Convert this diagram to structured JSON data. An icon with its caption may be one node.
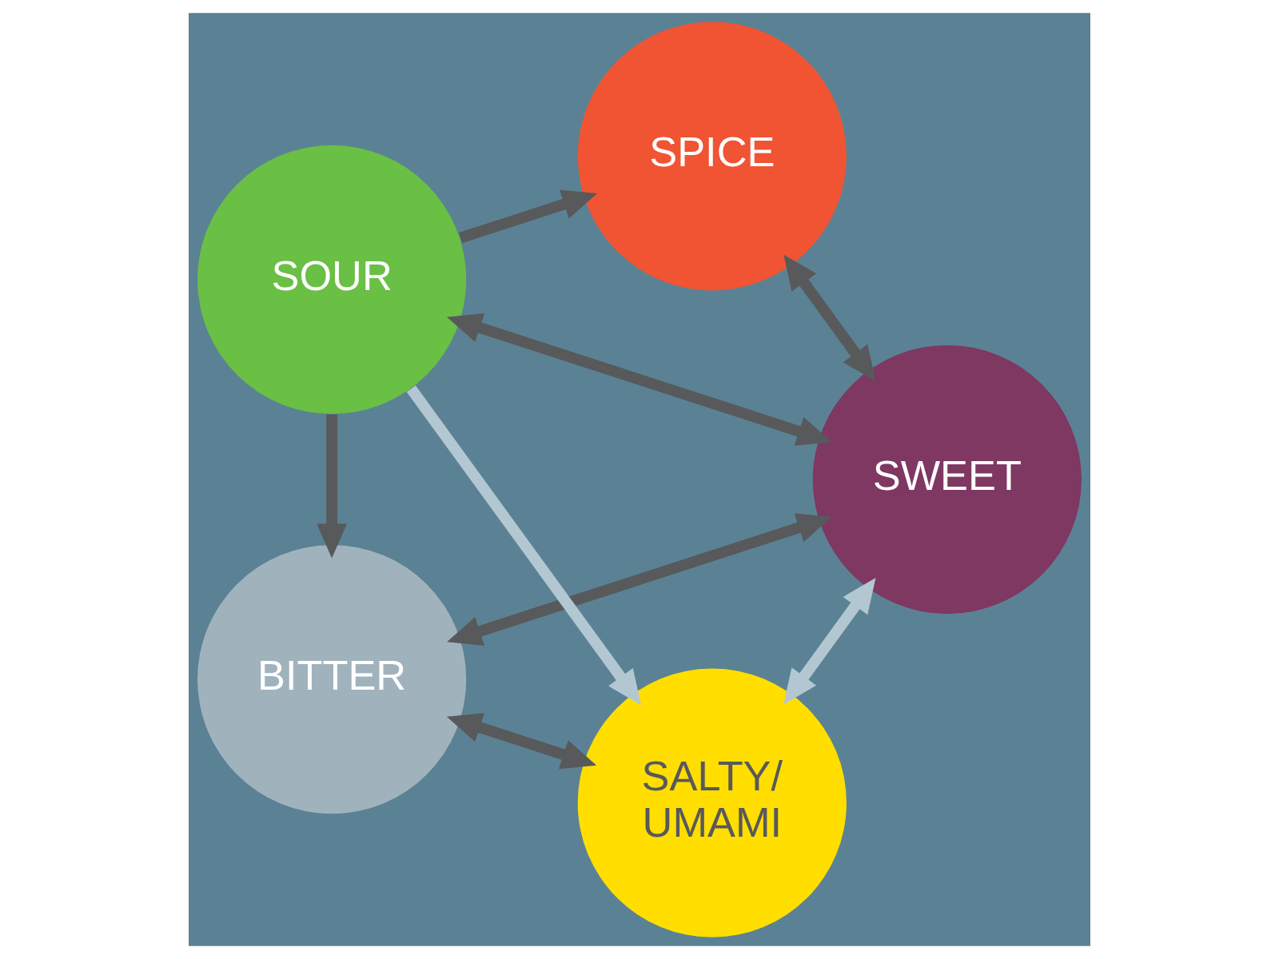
{
  "diagram": {
    "nodes": [
      {
        "text": [
          "SALTY/ UMAMI"
        ]
      },
      {
        "text": [
          "SPICE"
        ]
      },
      {
        "text": [
          "SWEET"
        ]
      },
      {
        "text": [
          "BITTER"
        ]
      },
      {
        "text": [
          "SOUR"
        ]
      }
    ],
    "edges": [
      {
        "from": 0,
        "to": 2,
        "arrow": "both",
        "color": "#b3c7d3"
      },
      {
        "from": 1,
        "to": 2,
        "arrow": "both"
      },
      {
        "from": 0,
        "to": 3,
        "arrow": "both"
      },
      {
        "from": 4,
        "to": 0,
        "arrow": "to",
        "color": "#b3c7d3"
      },
      {
        "from": 2,
        "to": 3,
        "arrow": "both"
      },
      {
        "from": 4,
        "to": 1,
        "arrow": "to"
      },
      {
        "from": 2,
        "to": 4,
        "arrow": "both"
      },
      {
        "from": 4,
        "to": 3,
        "arrow": "to"
      }
    ]
  }
}
